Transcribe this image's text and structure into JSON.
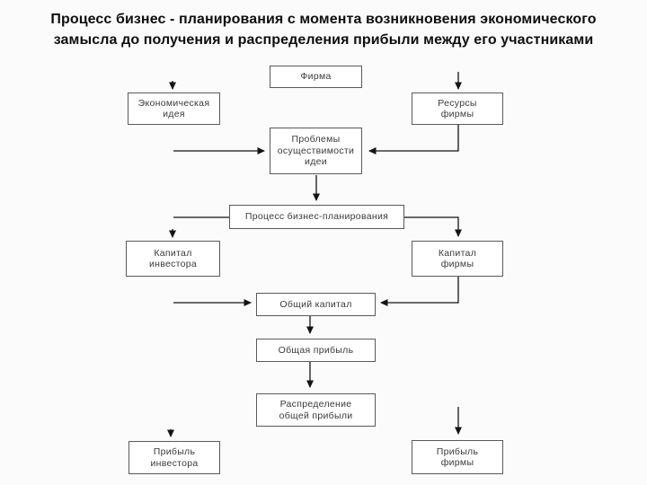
{
  "title": "Процесс бизнес - планирования с момента возникновения экономического\nзамысла до получения и распределения прибыли между его участниками",
  "nodes": {
    "firma": "Фирма",
    "economic_idea": "Экономическая\nидея",
    "resources_firm": "Ресурсы\nфирмы",
    "feasibility_problems": "Проблемы\nосуществимости\nидеи",
    "business_planning": "Процесс бизнес-планирования",
    "investor_capital": "Капитал\nинвестора",
    "firm_capital": "Капитал\nфирмы",
    "total_capital": "Общий капитал",
    "total_profit": "Общая прибыль",
    "profit_distribution": "Распределение\nобщей прибыли",
    "investor_profit": "Прибыль\nинвестора",
    "firm_profit": "Прибыль\nфирмы"
  },
  "edges": [
    {
      "from": "firma",
      "to": "economic_idea"
    },
    {
      "from": "firma",
      "to": "resources_firm"
    },
    {
      "from": "economic_idea",
      "to": "feasibility_problems"
    },
    {
      "from": "resources_firm",
      "to": "feasibility_problems"
    },
    {
      "from": "feasibility_problems",
      "to": "business_planning"
    },
    {
      "from": "business_planning",
      "to": "investor_capital"
    },
    {
      "from": "business_planning",
      "to": "firm_capital"
    },
    {
      "from": "investor_capital",
      "to": "total_capital"
    },
    {
      "from": "firm_capital",
      "to": "total_capital"
    },
    {
      "from": "total_capital",
      "to": "total_profit"
    },
    {
      "from": "total_profit",
      "to": "profit_distribution"
    },
    {
      "from": "profit_distribution",
      "to": "investor_profit"
    },
    {
      "from": "profit_distribution",
      "to": "firm_profit"
    }
  ],
  "colors": {
    "background": "#fbfbfb",
    "box_border": "#5a5a5a",
    "box_fill": "#ffffff",
    "arrow": "#141414",
    "title_text": "#0e0e0e",
    "box_text": "#3a3a3a"
  }
}
